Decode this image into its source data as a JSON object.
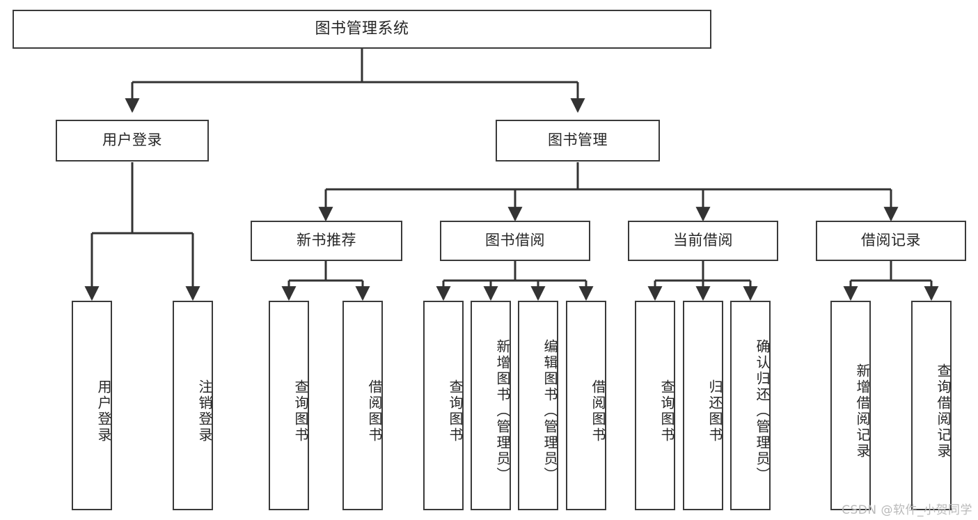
{
  "diagram": {
    "title": "图书管理系统",
    "type": "hierarchy-tree",
    "watermark": "CSDN @软件_小贺同学",
    "colors": {
      "background": "#ffffff",
      "box_border": "#3a3a3a",
      "connector": "#333333",
      "text": "#262626",
      "watermark": "#b9b9b9"
    },
    "root": {
      "label": "图书管理系统"
    },
    "level2": [
      {
        "label": "用户登录"
      },
      {
        "label": "图书管理"
      }
    ],
    "level3": [
      {
        "label": "新书推荐"
      },
      {
        "label": "图书借阅"
      },
      {
        "label": "当前借阅"
      },
      {
        "label": "借阅记录"
      }
    ],
    "leaves": {
      "user_login": [
        {
          "label": "用户登录"
        },
        {
          "label": "注销登录"
        }
      ],
      "new_book": [
        {
          "label": "查询图书"
        },
        {
          "label": "借阅图书"
        }
      ],
      "borrow_book": [
        {
          "label": "查询图书"
        },
        {
          "label": "新增图书（管理员）"
        },
        {
          "label": "编辑图书（管理员）"
        },
        {
          "label": "借阅图书"
        }
      ],
      "current_borrow": [
        {
          "label": "查询图书"
        },
        {
          "label": "归还图书"
        },
        {
          "label": "确认归还（管理员）"
        }
      ],
      "borrow_record": [
        {
          "label": "新增借阅记录"
        },
        {
          "label": "查询借阅记录"
        }
      ]
    }
  }
}
